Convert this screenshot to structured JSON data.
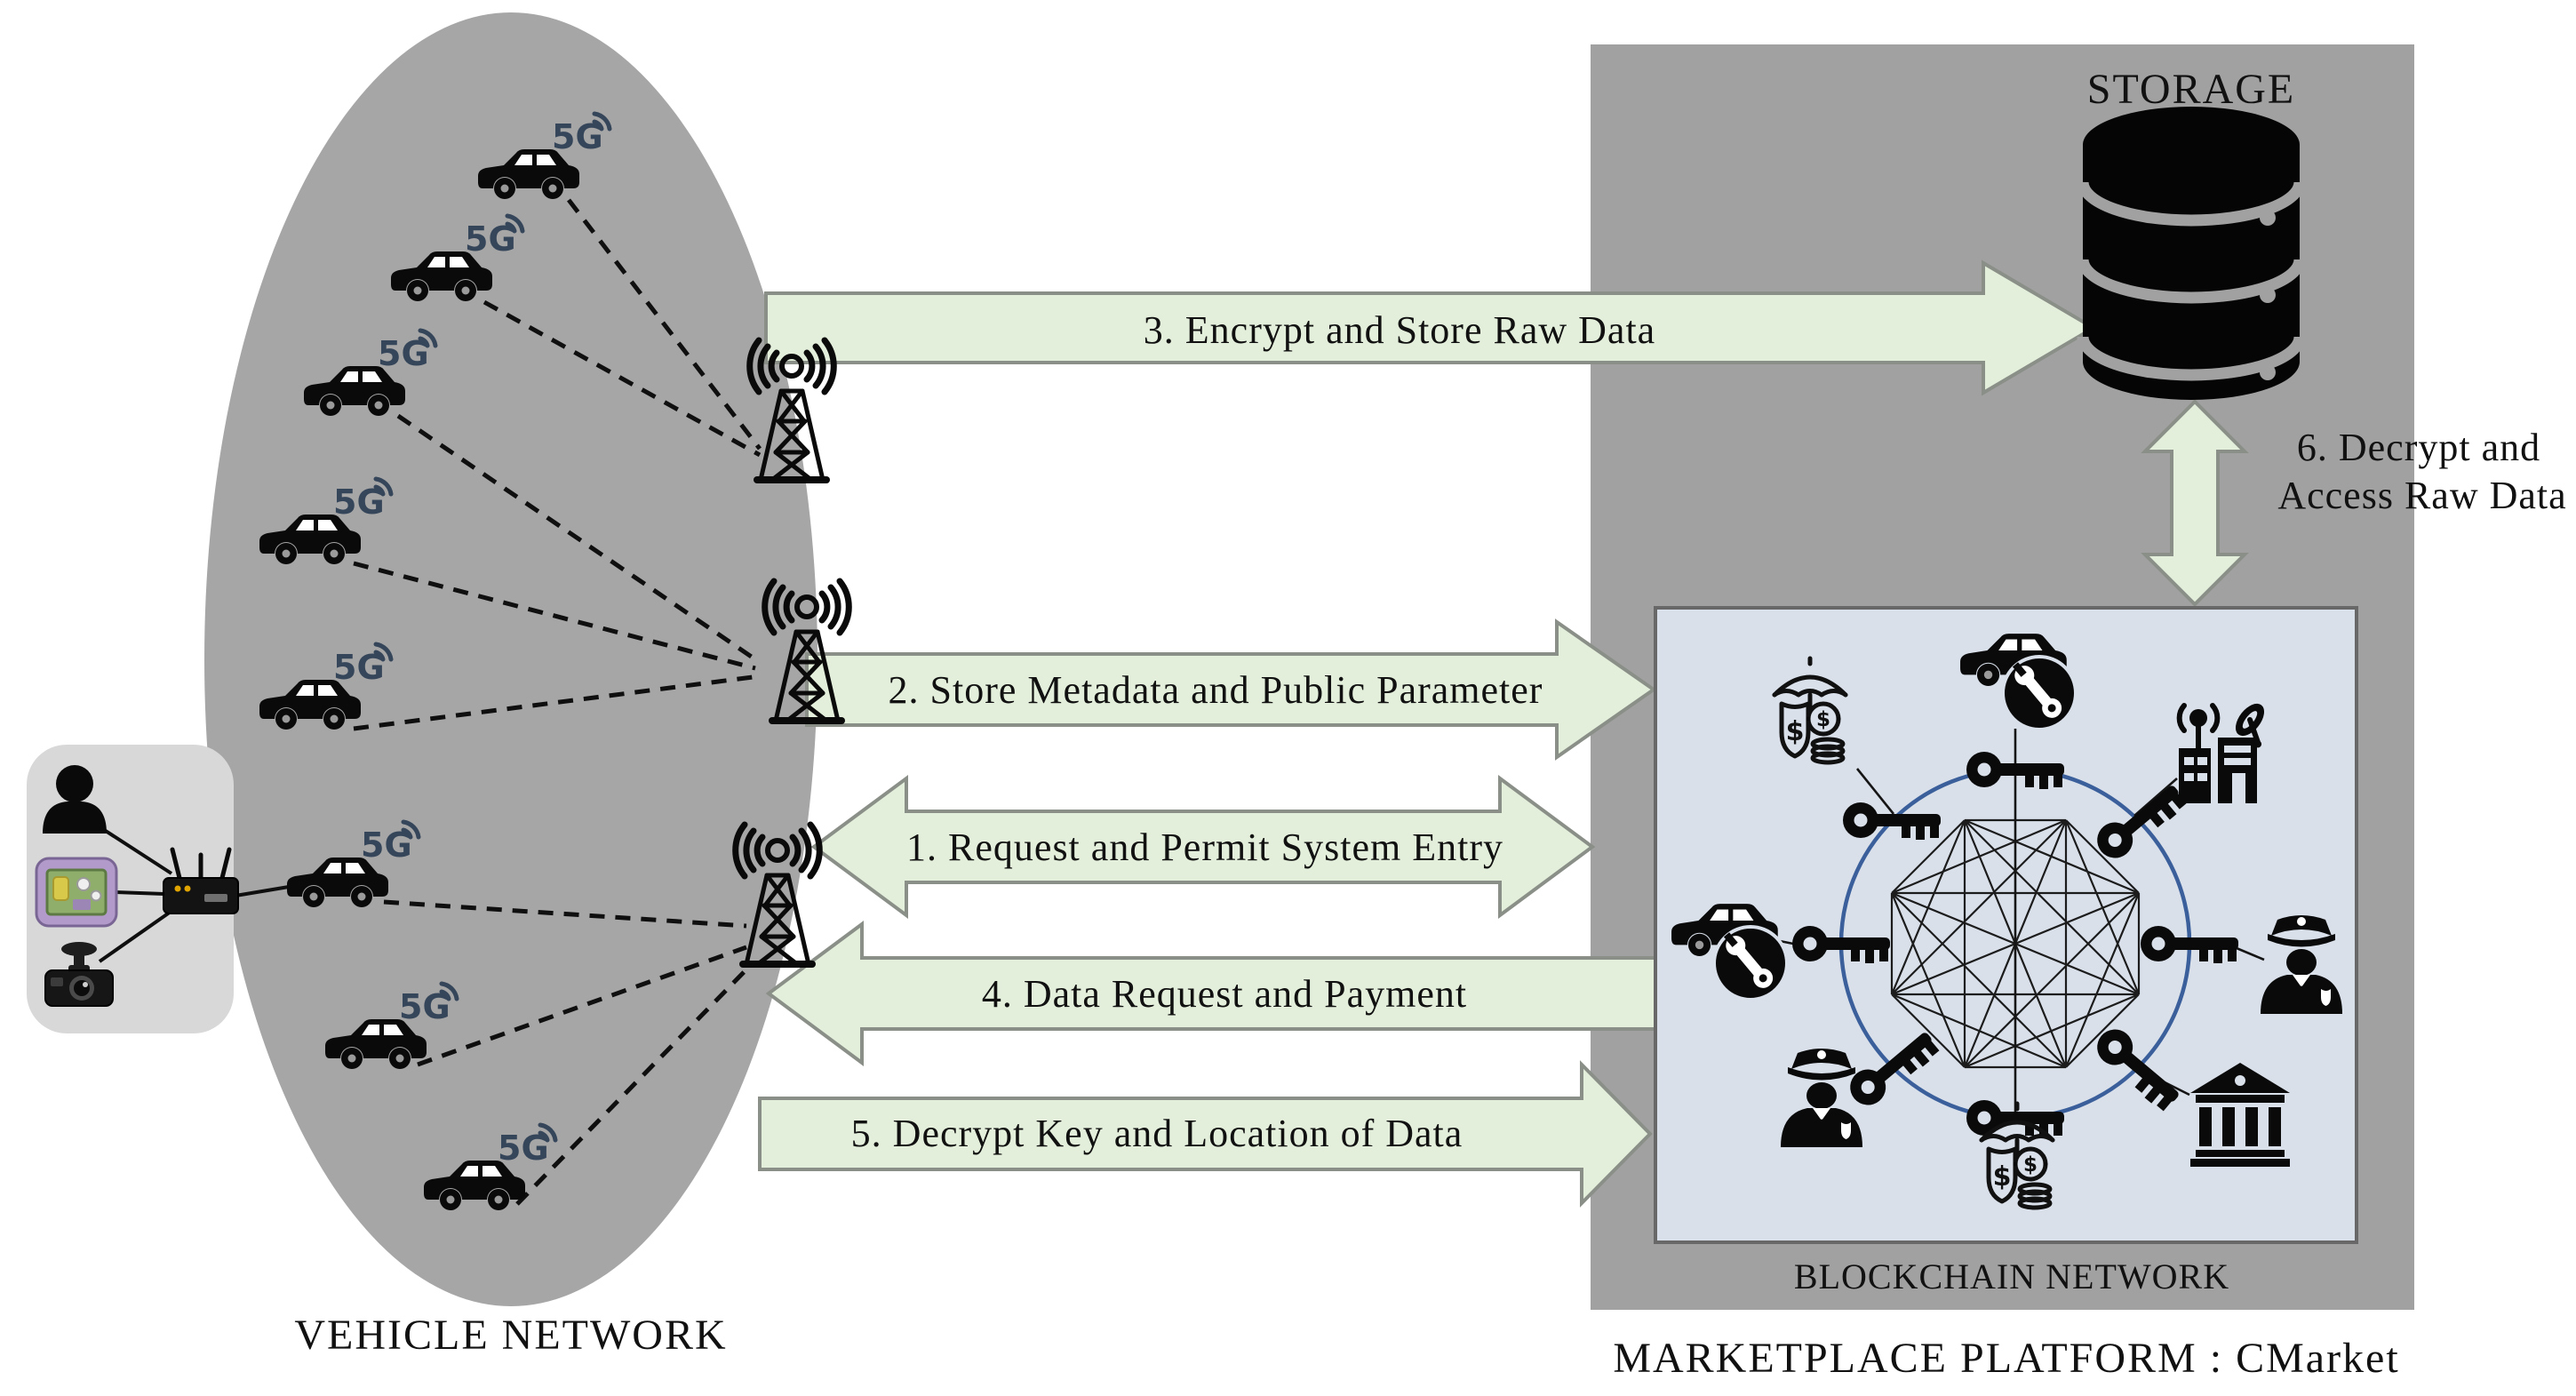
{
  "colors": {
    "bg": "#ffffff",
    "ink": "#111111",
    "ellipse-gray": "#a6a6a6",
    "platform-gray": "#a1a1a1",
    "panel-gray": "#d8d8d8",
    "arrow-fill": "#e3efdb",
    "arrow-stroke": "#8a8f88",
    "box-fill": "#d9e0ea",
    "box-stroke": "#686868",
    "circle-blue": "#3a5f9b",
    "fiveg-navy": "#36465a"
  },
  "labels": {
    "storage": "STORAGE",
    "vehicle_network": "VEHICLE NETWORK",
    "blockchain_network": "BLOCKCHAIN NETWORK",
    "marketplace_platform": "MARKETPLACE PLATFORM : CMarket",
    "g5": "5G",
    "dollar": "$"
  },
  "arrows": [
    {
      "num": 1,
      "label": "1. Request and Permit System Entry",
      "direction": "bidirectional",
      "from": "vehicle-network",
      "to": "marketplace-platform"
    },
    {
      "num": 2,
      "label": "2. Store Metadata and Public Parameter",
      "direction": "right",
      "from": "base-station",
      "to": "blockchain-network"
    },
    {
      "num": 3,
      "label": "3. Encrypt and Store Raw Data",
      "direction": "right",
      "from": "base-station",
      "to": "storage"
    },
    {
      "num": 4,
      "label": "4. Data Request and Payment",
      "direction": "left",
      "from": "blockchain-network",
      "to": "base-station"
    },
    {
      "num": 5,
      "label": "5. Decrypt Key and Location of Data",
      "direction": "right",
      "from": "vehicle-network",
      "to": "blockchain-network"
    },
    {
      "num": 6,
      "label": "6. Decrypt and Access Raw Data",
      "label_line1": "6. Decrypt and",
      "label_line2": "Access Raw Data",
      "direction": "bidirectional",
      "from": "storage",
      "to": "blockchain-network"
    }
  ],
  "entities": {
    "vehicle_network": {
      "cars_with_5g": 8,
      "base_stations": 3
    },
    "onboard_unit_panel": [
      "driver",
      "obu-circuit-board",
      "dashcam",
      "5g-router"
    ],
    "blockchain_members": [
      "car-service",
      "telecom-operator",
      "police",
      "bank",
      "insurance",
      "police",
      "car-service",
      "insurance"
    ],
    "keys_on_trust_circle": 8
  },
  "icons": {
    "car": "car-side-icon",
    "fiveg": "5g-signal-icon",
    "tower": "cell-tower-icon",
    "storage": "database-cylinder-icon",
    "key": "key-icon",
    "car_service": "car-with-wrench-icon",
    "insurance": "umbrella-shield-dollar-icon",
    "telecom": "antenna-satellite-building-icon",
    "police": "police-officer-icon",
    "bank": "bank-building-icon",
    "person": "driver-silhouette-icon",
    "circuit": "obu-circuit-board-icon",
    "dashcam": "dashcam-icon",
    "router": "5g-router-icon"
  }
}
